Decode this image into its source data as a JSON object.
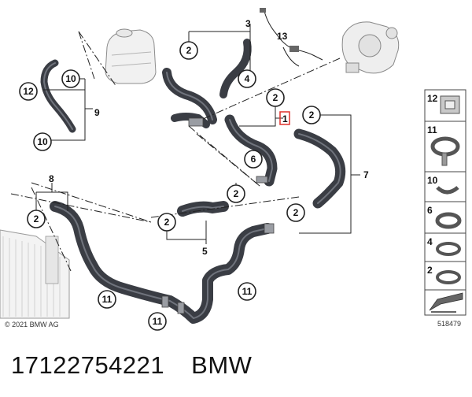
{
  "diagram": {
    "copyright": "© 2021 BMW AG",
    "figure_number": "518479",
    "callouts": {
      "c_top_2": "2",
      "c_3": "3",
      "c_4": "4",
      "c_13": "13",
      "c_10a": "10",
      "c_12": "12",
      "c_9": "9",
      "c_10b": "10",
      "c_mid_2a": "2",
      "c_1": "1",
      "c_mid_2b": "2",
      "c_6": "6",
      "c_7": "7",
      "c_8": "8",
      "c_left_2": "2",
      "c_2c": "2",
      "c_2d": "2",
      "c_5": "5",
      "c_2e": "2",
      "c_11a": "11",
      "c_11b": "11",
      "c_11c": "11"
    },
    "legend": [
      "12",
      "11",
      "10",
      "6",
      "4",
      "2",
      ""
    ]
  },
  "footer": {
    "part_number": "17122754221",
    "brand": "BMW"
  },
  "colors": {
    "hose": "#3a3d44",
    "highlight_box": "#e0312b"
  }
}
